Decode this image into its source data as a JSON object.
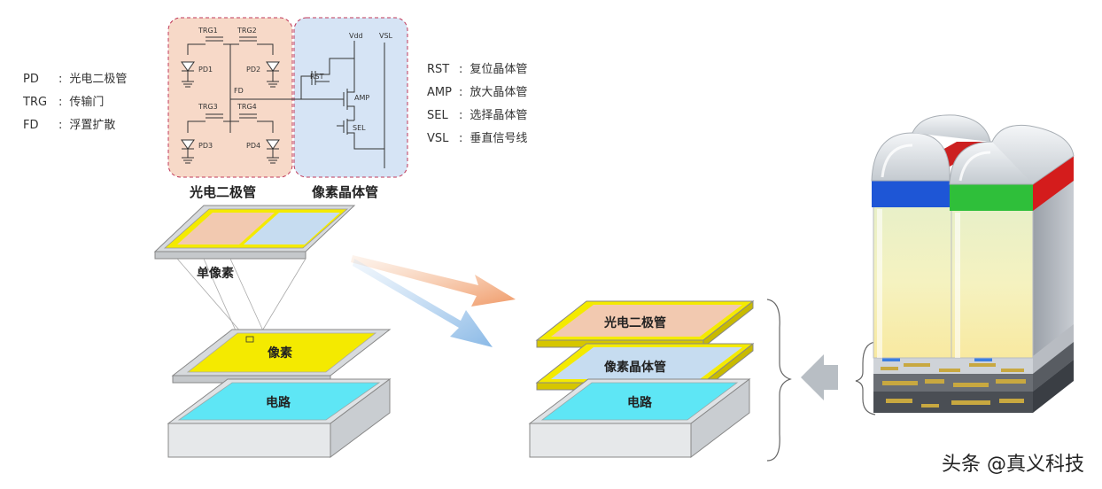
{
  "legend_left": [
    {
      "key": "PD",
      "sep": ":",
      "value": "光电二极管"
    },
    {
      "key": "TRG",
      "sep": ":",
      "value": "传输门"
    },
    {
      "key": "FD",
      "sep": ":",
      "value": "浮置扩散"
    }
  ],
  "legend_right": [
    {
      "key": "RST",
      "sep": ":",
      "value": "复位晶体管"
    },
    {
      "key": "AMP",
      "sep": ":",
      "value": "放大晶体管"
    },
    {
      "key": "SEL",
      "sep": ":",
      "value": "选择晶体管"
    },
    {
      "key": "VSL",
      "sep": ":",
      "value": "垂直信号线"
    }
  ],
  "circuit": {
    "trg1": "TRG1",
    "trg2": "TRG2",
    "trg3": "TRG3",
    "trg4": "TRG4",
    "pd1": "PD1",
    "pd2": "PD2",
    "pd3": "PD3",
    "pd4": "PD4",
    "fd": "FD",
    "rst": "RST",
    "amp": "AMP",
    "sel": "SEL",
    "vdd": "Vdd",
    "vsl": "VSL",
    "left_caption": "光电二极管",
    "right_caption": "像素晶体管"
  },
  "left_stack": {
    "single_pixel": "单像素",
    "pixel": "像素",
    "circuit": "电路"
  },
  "middle_stack": {
    "photodiode": "光电二极管",
    "transistor": "像素晶体管",
    "circuit": "电路"
  },
  "watermark": "头条 @真义科技",
  "colors": {
    "pd_region": "#f7d9c8",
    "transistor_region": "#d6e4f5",
    "yellow": "#f4ea00",
    "cyan": "#5ee6f5",
    "salmon": "#f2c9b0",
    "lightblue": "#c6dcf0",
    "arrow_orange": "#f0a070",
    "arrow_blue": "#9cc4ea"
  }
}
